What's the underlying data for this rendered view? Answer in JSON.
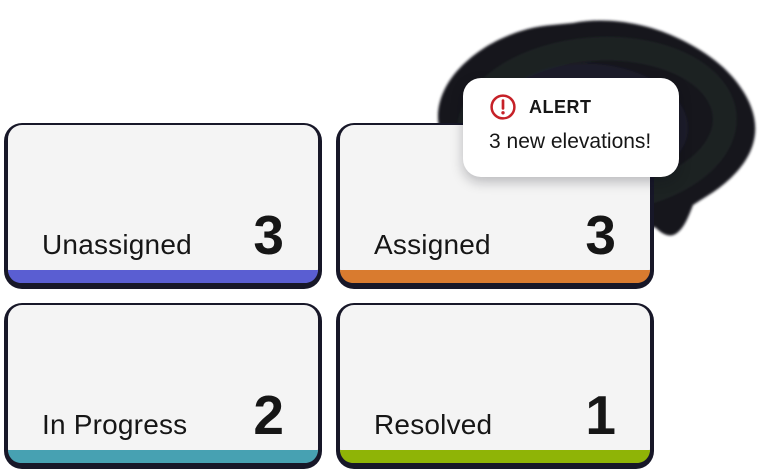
{
  "page": {
    "background": "#ffffff",
    "description": "Issue status dashboard tiles with alert notification"
  },
  "alert": {
    "title": "ALERT",
    "message": "3 new elevations!",
    "icon": "warning-circle-icon",
    "icon_color": "#c62128",
    "title_color": "#161616"
  },
  "cards": [
    {
      "id": "unassigned",
      "label": "Unassigned",
      "value": "3",
      "accent_color": "#5a5ed2"
    },
    {
      "id": "assigned",
      "label": "Assigned",
      "value": "3",
      "accent_color": "#d97b2f"
    },
    {
      "id": "in-progress",
      "label": "In Progress",
      "value": "2",
      "accent_color": "#47a1b2"
    },
    {
      "id": "resolved",
      "label": "Resolved",
      "value": "1",
      "accent_color": "#8fb406"
    }
  ],
  "colors": {
    "card_background": "#f4f4f4",
    "card_text": "#161616",
    "sketch_outline": "#171728",
    "blob_fill": "#14141d",
    "blob_texture_1": "#252e2a",
    "blob_texture_2": "#2a2a3c"
  }
}
